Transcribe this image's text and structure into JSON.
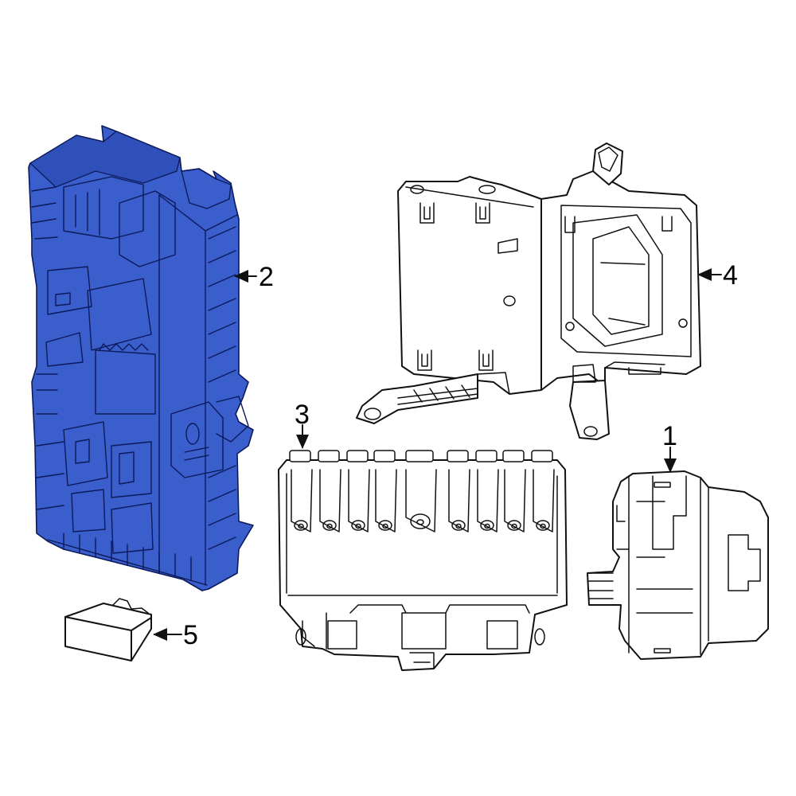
{
  "accent_color": "#3a5fcd",
  "callouts": {
    "part1": "1",
    "part2": "2",
    "part3": "3",
    "part4": "4",
    "part5": "5"
  }
}
